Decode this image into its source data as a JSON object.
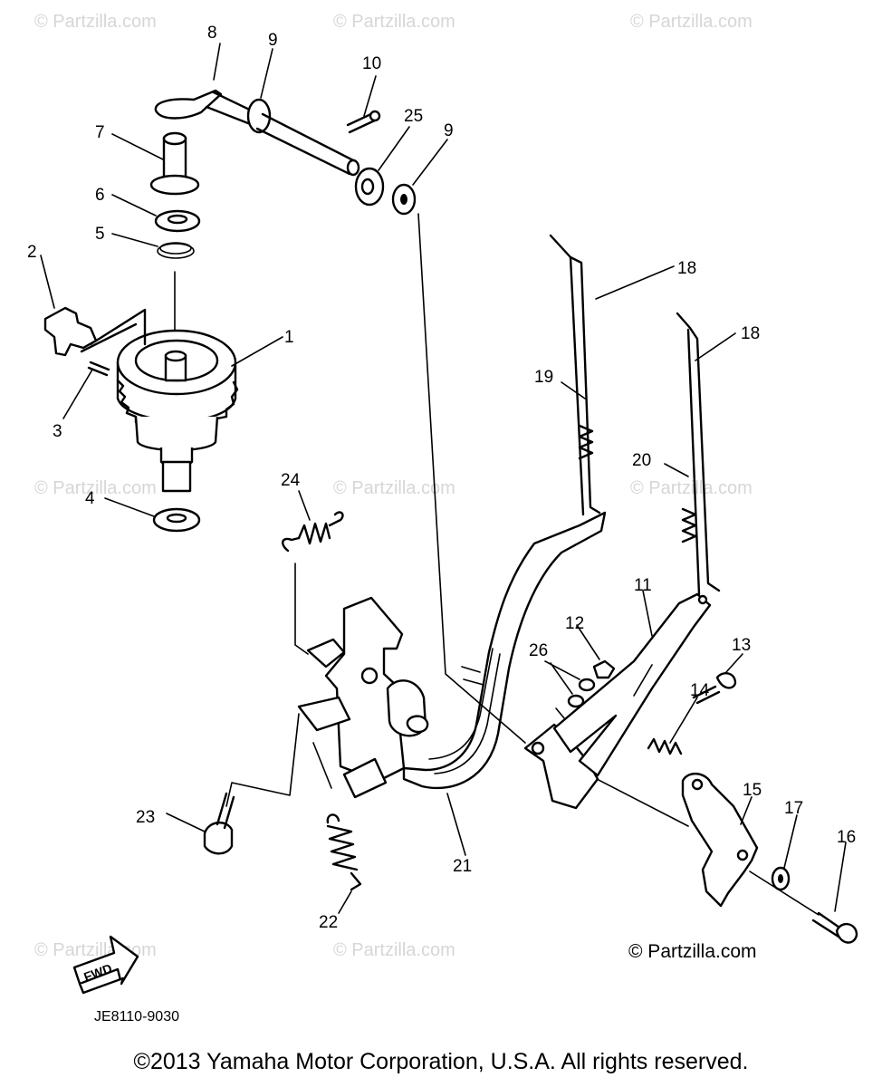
{
  "watermark": "© Partzilla.com",
  "credit": "© Partzilla.com",
  "drawing_code": "JE8110-9030",
  "fwd_label": "FWD",
  "copyright": "©2013  Yamaha Motor Corporation, U.S.A. All rights reserved.",
  "callouts": {
    "c1": "1",
    "c2": "2",
    "c3": "3",
    "c4": "4",
    "c5": "5",
    "c6": "6",
    "c7": "7",
    "c8": "8",
    "c9a": "9",
    "c9b": "9",
    "c10": "10",
    "c11": "11",
    "c12": "12",
    "c13": "13",
    "c14": "14",
    "c15": "15",
    "c16": "16",
    "c17": "17",
    "c18a": "18",
    "c18b": "18",
    "c19": "19",
    "c20": "20",
    "c21": "21",
    "c22": "22",
    "c23": "23",
    "c24": "24",
    "c25": "25",
    "c26": "26"
  }
}
